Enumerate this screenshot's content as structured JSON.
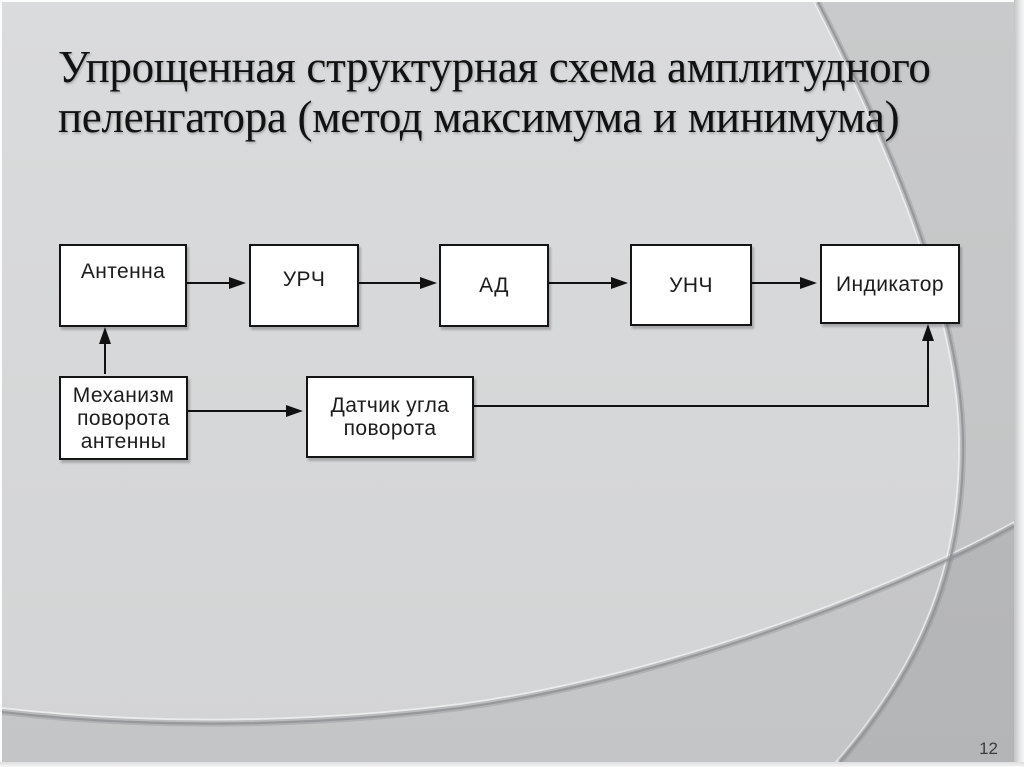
{
  "slide": {
    "title_line1": "Упрощенная структурная схема амплитудного",
    "title_line2": "пеленгатора (метод максимума и минимума)",
    "page_number": "12"
  },
  "diagram": {
    "blocks": [
      {
        "id": "antenna",
        "label": "Антенна"
      },
      {
        "id": "urch",
        "label": "УРЧ"
      },
      {
        "id": "ad",
        "label": "АД"
      },
      {
        "id": "unch",
        "label": "УНЧ"
      },
      {
        "id": "indicator",
        "label": "Индикатор"
      },
      {
        "id": "mechanism",
        "label": "Механизм поворота антенны"
      },
      {
        "id": "sensor",
        "label": "Датчик угла поворота"
      }
    ],
    "connections": [
      {
        "from": "Антенна",
        "to": "УРЧ"
      },
      {
        "from": "УРЧ",
        "to": "АД"
      },
      {
        "from": "АД",
        "to": "УНЧ"
      },
      {
        "from": "УНЧ",
        "to": "Индикатор"
      },
      {
        "from": "Механизм поворота антенны",
        "to": "Антенна"
      },
      {
        "from": "Механизм поворота антенны",
        "to": "Датчик угла поворота"
      },
      {
        "from": "Датчик угла поворота",
        "to": "Индикатор"
      }
    ]
  },
  "colors": {
    "slide_bg_light": "#d8d9da",
    "slide_bg_dark": "#c5c6c7",
    "block_fill": "#ffffff",
    "block_border": "#151515",
    "connector": "#111111",
    "title_text": "#121212",
    "page_number_text": "#3c3c3d"
  }
}
